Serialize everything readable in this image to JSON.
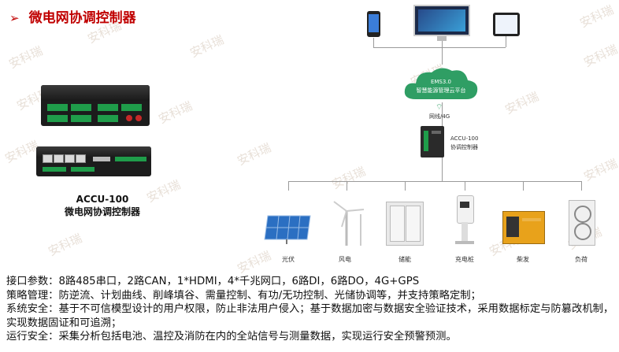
{
  "title": "微电网协调控制器",
  "watermark": "安科瑞",
  "product": {
    "model": "ACCU-100",
    "name": "微电网协调控制器"
  },
  "diagram": {
    "cloud": {
      "line1": "EMS3.0",
      "line2": "智慧能源管理云平台"
    },
    "network": "网线/4G",
    "controller": {
      "line1": "ACCU-100",
      "line2": "协调控制器"
    },
    "loads": [
      {
        "label": "光伏",
        "icon": "solar-panel-icon"
      },
      {
        "label": "风电",
        "icon": "wind-turbine-icon"
      },
      {
        "label": "储能",
        "icon": "battery-cabinet-icon"
      },
      {
        "label": "充电桩",
        "icon": "ev-charger-icon"
      },
      {
        "label": "柴发",
        "icon": "diesel-generator-icon"
      },
      {
        "label": "负荷",
        "icon": "load-unit-icon"
      }
    ]
  },
  "specs": [
    "接口参数：8路485串口，2路CAN，1*HDMI，4*千兆网口，6路DI，6路DO，4G+GPS",
    "策略管理：防逆流、计划曲线、削峰填谷、需量控制、有功/无功控制、光储协调等，并支持策略定制；",
    "系统安全：基于不可信模型设计的用户权限，防止非法用户侵入；基于数据加密与数据安全验证技术，采用数据标定与防篡改机制，实现数据固证和可追溯；",
    "运行安全：采集分析包括电池、温控及消防在内的全站信号与测量数据，实现运行安全预警预测。"
  ],
  "colors": {
    "title": "#c00000",
    "cloud": "#2f9e64",
    "terminal": "#1f9d4a"
  }
}
